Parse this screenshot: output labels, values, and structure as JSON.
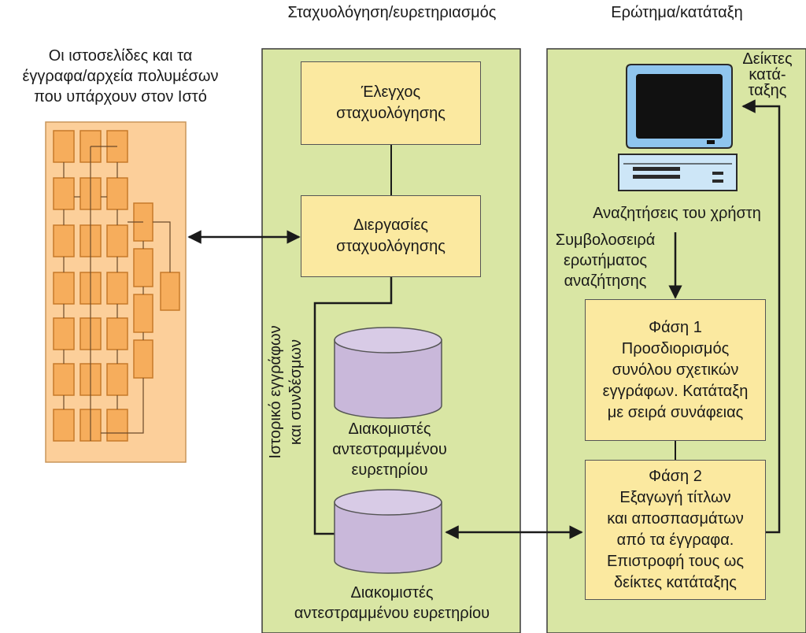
{
  "titles": {
    "web": "Οι ιστοσελίδες και τα\nέγγραφα/αρχεία πολυμέσων\nπου υπάρχουν στον Ιστό",
    "indexing": "Σταχυολόγηση/ευρετηριασμός",
    "query": "Ερώτημα/κατάταξη"
  },
  "indexing": {
    "crawl_control": "Έλεγχος\nσταχυολόγησης",
    "crawl_processes": "Διεργασίες\nσταχυολόγησης",
    "history_label": "Ιστορικό εγγράφων\nκαι συνδέσμων",
    "index_servers_1": "Διακομιστές\nαντεστραμμένου\nευρετηρίου",
    "index_servers_2": "Διακομιστές\nαντεστραμμένου ευρετηρίου"
  },
  "query": {
    "rank_pointers": "Δείκτες\nκατά-\nταξης",
    "user_searches": "Αναζητήσεις του χρήστη",
    "query_string": "Συμβολοσειρά\nερωτήματος\nαναζήτησης",
    "phase1": "Φάση 1\nΠροσδιορισμός\nσυνόλου σχετικών\nεγγράφων. Κατάταξη\nμε σειρά συνάφειας",
    "phase2": "Φάση 2\nΕξαγωγή τίτλων\nκαι αποσπασμάτων\nαπό τα έγγραφα.\nΕπιστροφή τους ως\nδείκτες κατάταξης"
  },
  "colors": {
    "panel_green": "#d9e6a4",
    "box_yellow": "#fbe9a0",
    "web_orange": "#fccf9a",
    "page_orange": "#f6ad5c",
    "cylinder_purple": "#c9b8da",
    "monitor_blue": "#8fc5ee",
    "case_blue": "#cde6f7"
  },
  "icons": [
    "computer-icon",
    "database-cylinder-icon",
    "web-pages-icon"
  ]
}
